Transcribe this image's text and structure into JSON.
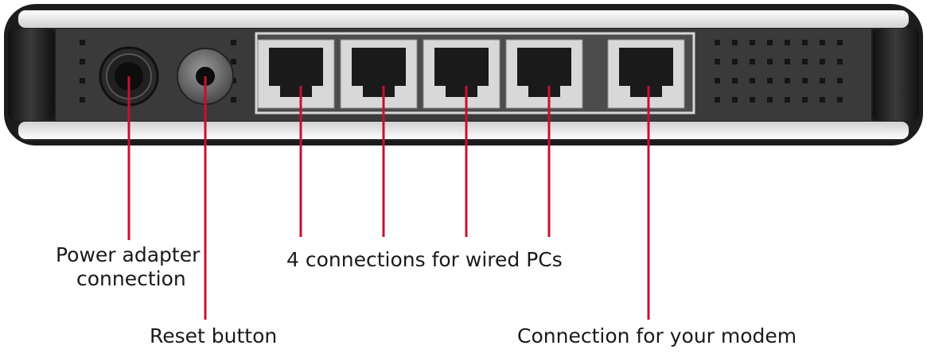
{
  "labels": {
    "power": "Power adapter connection",
    "power_line1": "Power adapter",
    "power_line2": "connection",
    "reset": "Reset button",
    "wired": "4 connections for wired PCs",
    "modem": "Connection for your modem"
  },
  "colors": {
    "callout": "#c8102e",
    "body_dark": "#1c1c1c",
    "panel": "#3a3a3a",
    "port_bezel": "#d8d8d8",
    "port": "#1a1a1a"
  },
  "ports": {
    "wired_count": 4,
    "modem_count": 1
  }
}
